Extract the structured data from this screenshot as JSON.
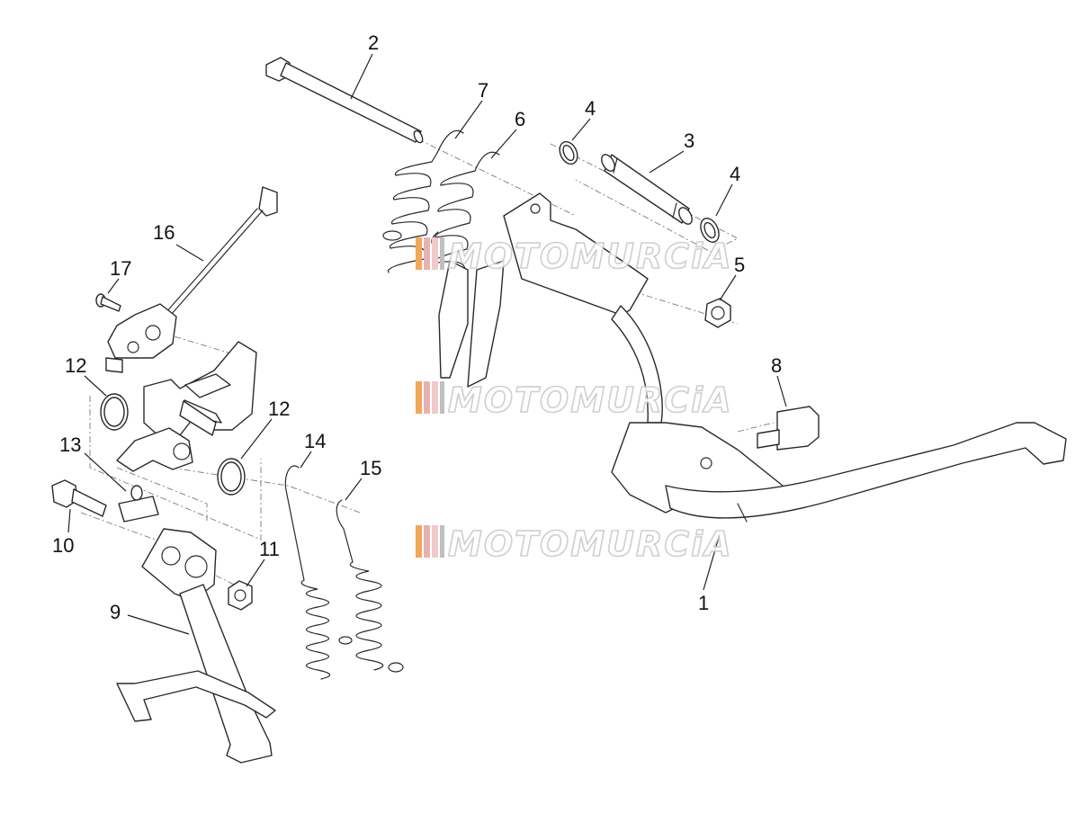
{
  "watermark": {
    "text": "MOTOMURCiA",
    "stripe_colors": [
      "#f0a85a",
      "#e6b3b3",
      "#f0c9c9",
      "#bfbfbf"
    ]
  },
  "labels": [
    {
      "id": "1",
      "text": "1"
    },
    {
      "id": "2",
      "text": "2"
    },
    {
      "id": "3",
      "text": "3"
    },
    {
      "id": "4a",
      "text": "4"
    },
    {
      "id": "4b",
      "text": "4"
    },
    {
      "id": "5",
      "text": "5"
    },
    {
      "id": "6",
      "text": "6"
    },
    {
      "id": "7",
      "text": "7"
    },
    {
      "id": "8",
      "text": "8"
    },
    {
      "id": "9",
      "text": "9"
    },
    {
      "id": "10",
      "text": "10"
    },
    {
      "id": "11",
      "text": "11"
    },
    {
      "id": "12a",
      "text": "12"
    },
    {
      "id": "12b",
      "text": "12"
    },
    {
      "id": "13",
      "text": "13"
    },
    {
      "id": "14",
      "text": "14"
    },
    {
      "id": "15",
      "text": "15"
    },
    {
      "id": "16",
      "text": "16"
    },
    {
      "id": "17",
      "text": "17"
    }
  ]
}
